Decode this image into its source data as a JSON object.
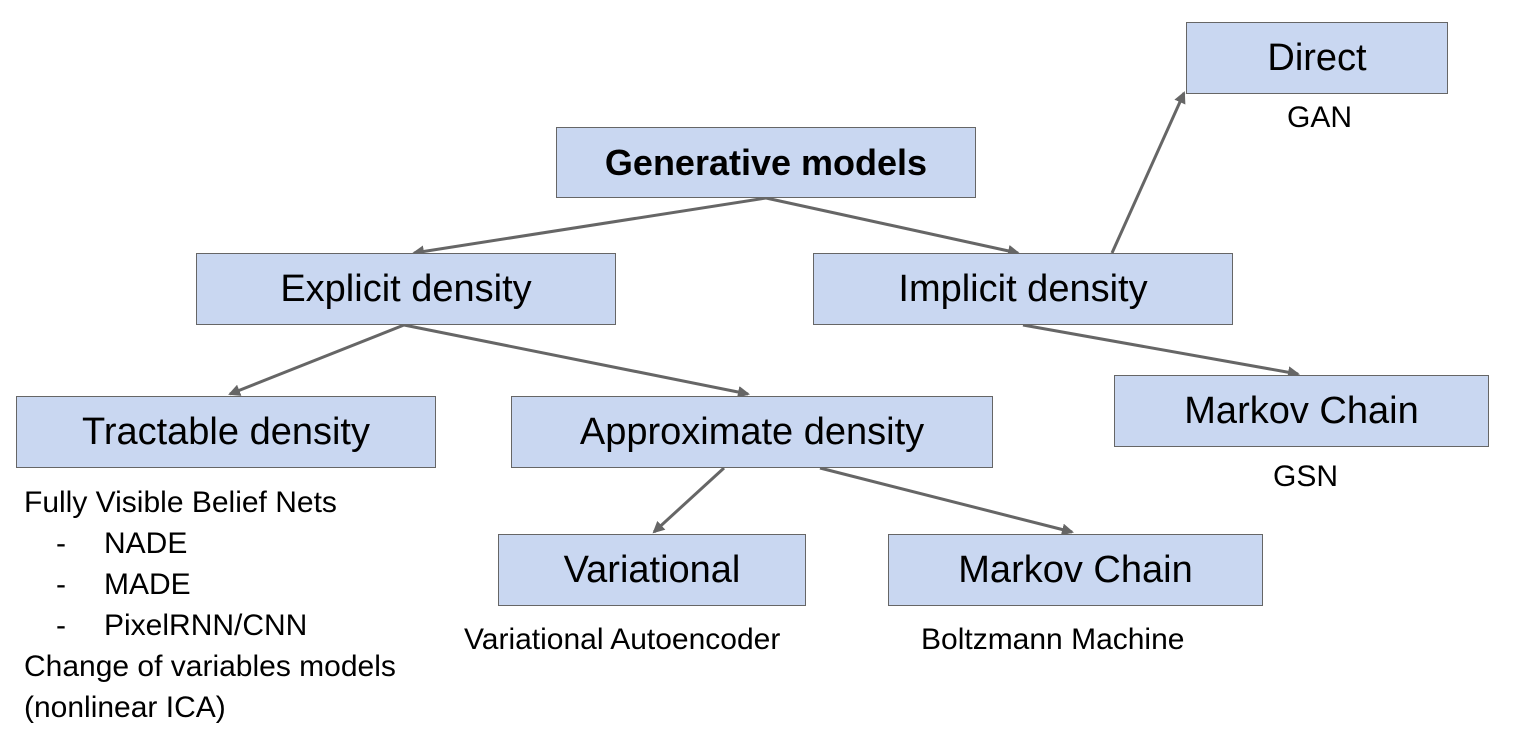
{
  "nodes": {
    "generative_models": "Generative models",
    "explicit_density": "Explicit density",
    "implicit_density": "Implicit density",
    "direct": "Direct",
    "markov_chain_implicit": "Markov Chain",
    "tractable_density": "Tractable density",
    "approximate_density": "Approximate density",
    "variational": "Variational",
    "markov_chain_approx": "Markov Chain"
  },
  "captions": {
    "direct": "GAN",
    "markov_chain_implicit": "GSN",
    "variational": "Variational Autoencoder",
    "markov_chain_approx": "Boltzmann Machine"
  },
  "tractable_list": {
    "heading": "Fully Visible Belief Nets",
    "bullet": "-",
    "items": [
      "NADE",
      "MADE",
      "PixelRNN/CNN"
    ],
    "footer_line1": "Change of variables models",
    "footer_line2": "(nonlinear ICA)"
  },
  "colors": {
    "box_fill": "#c9d7f1",
    "box_border": "#666666",
    "edge": "#666666"
  }
}
